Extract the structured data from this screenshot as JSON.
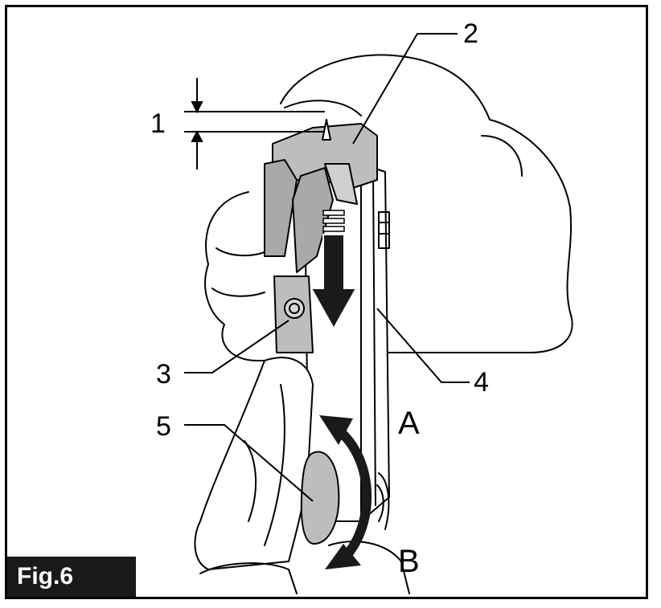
{
  "figure": {
    "label": "Fig.6",
    "callouts": [
      "1",
      "2",
      "3",
      "4",
      "5"
    ],
    "direction_labels": {
      "a": "A",
      "b": "B"
    }
  }
}
